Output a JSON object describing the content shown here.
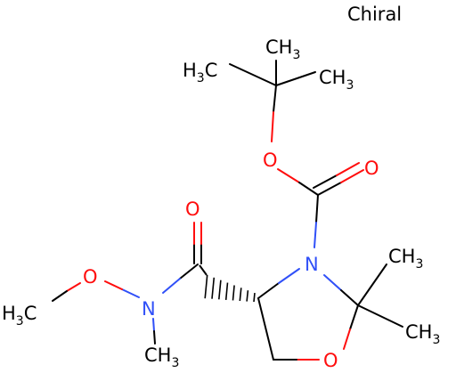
{
  "molecule": {
    "chiral_flag": "Chiral",
    "atom_labels": {
      "tbu_methyl_top": {
        "main": "CH",
        "sub": "3"
      },
      "tbu_methyl_left": {
        "main": "H",
        "sub": "3",
        "tail": "C"
      },
      "tbu_methyl_right": {
        "main": "CH",
        "sub": "3"
      },
      "ester_oxygen": "O",
      "carbonyl_oxygen_boc": "O",
      "ring_nitrogen": "N",
      "amide_carbonyl_oxygen": "O",
      "methoxy_oxygen": "O",
      "amide_nitrogen": "N",
      "methoxy_methyl": {
        "main": "H",
        "sub": "3",
        "tail": "C"
      },
      "n_methyl": {
        "main": "CH",
        "sub": "3"
      },
      "gem_methyl_upper": {
        "main": "CH",
        "sub": "3"
      },
      "gem_methyl_lower": {
        "main": "CH",
        "sub": "3"
      },
      "ring_oxygen": "O"
    },
    "colors": {
      "carbon": "#000000",
      "nitrogen": "#3050F8",
      "oxygen": "#FF0D0D"
    }
  }
}
